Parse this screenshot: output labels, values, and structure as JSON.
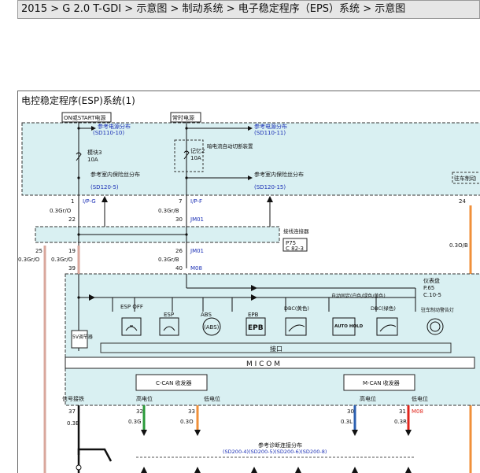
{
  "breadcrumb": {
    "items": [
      "2015",
      "G 2.0 T-GDI",
      "示意图",
      "制动系统",
      "电子稳定程序（EPS）系统",
      "示意图"
    ],
    "separator": ">"
  },
  "diagram": {
    "title": "电控稳定程序(ESP)系统(1)",
    "sources": {
      "on_start": "ON或START电源",
      "constant": "常时电源"
    },
    "refs": {
      "power_dist_1": "参考电源分布",
      "power_dist_1_code": "(SD110-10)",
      "power_dist_2": "参考电源分布",
      "power_dist_2_code": "(SD110-11)",
      "fuse_dist_1": "参考室内保险丝分布",
      "fuse_dist_1_code": "(SD120-5)",
      "fuse_dist_2": "参考室内保险丝分布",
      "fuse_dist_2_code": "(SD120-15)",
      "diag_conn": "参考诊断连接分布",
      "diag_conn_code": "(SD200-4)(SD200-5)(SD200-6)(SD200-8)"
    },
    "fuses": {
      "f1_name": "模块3",
      "f1_amp": "10A",
      "f2_name": "记忆2",
      "f2_amp": "10A",
      "f2_note": "暗电流自动切断装置"
    },
    "connectors": {
      "ipg": "I/P-G",
      "ipf": "I/P-F",
      "jm01": "JM01",
      "m08": "M08",
      "joint": "接线连接器",
      "joint_code": "P75",
      "joint_code2": "C 82-3"
    },
    "pins": {
      "p1": "1",
      "p22": "22",
      "p7": "7",
      "p30": "30",
      "p19": "19",
      "p39": "39",
      "p26": "26",
      "p40": "40",
      "p24": "24",
      "p25": "25",
      "p37": "37",
      "p32": "32",
      "p33": "33",
      "p30b": "30",
      "p31": "31"
    },
    "wires": {
      "w1": "0.3Gr/O",
      "w2": "0.3Gr/B",
      "w3": "0.3Gr/O",
      "w4": "0.3Gr/B",
      "w5": "0.3Gr/O",
      "w6": "0.3O/B",
      "w7": "0.3B",
      "w8": "0.3G",
      "w9": "0.3O",
      "w10": "0.3L",
      "w11": "0.3R"
    },
    "cluster": {
      "name": "仪表盘",
      "code1": "P.65",
      "code2": "C.10-5",
      "park_brake": "驻车制动",
      "park_lamp": "驻车制动警告灯",
      "esp_off": "ESP OFF",
      "esp": "ESP",
      "abs": "ABS",
      "epb": "EPB",
      "dbc_yellow": "DBC(黄色)",
      "auto_hold": "自动固定(白色/绿色/黄色)",
      "dbc_green": "DBC(绿色)",
      "reg": "5V调节器",
      "interface": "接口",
      "micom": "M I C O M",
      "ccan": "C-CAN 收发器",
      "mcan": "M-CAN 收发器",
      "signal_gnd": "信号接铁",
      "high": "高电位",
      "low": "低电位",
      "high2": "高电位",
      "low2": "低电位",
      "icon_abs": "(ABS)",
      "icon_epb": "EPB",
      "icon_auto": "AUTO HOLD"
    }
  },
  "colors": {
    "header_bg": "#e6e6e6",
    "cluster_fill": "#d9f0f2",
    "wire_pink": "#d9a79c",
    "wire_orange": "#f0903a",
    "wire_green": "#2a9a3a",
    "wire_blue": "#2b5fb0",
    "wire_red": "#e0251b",
    "ref_text": "#1a2fb5"
  }
}
